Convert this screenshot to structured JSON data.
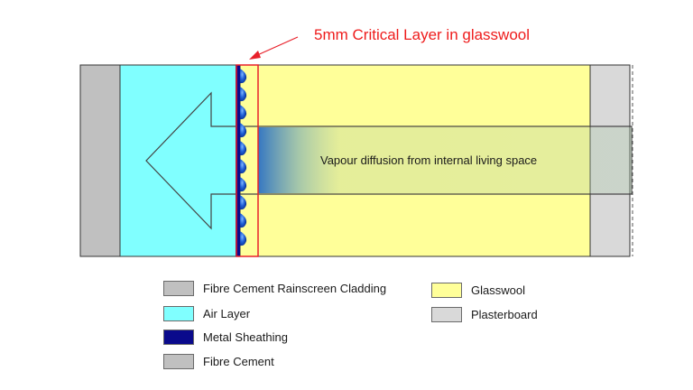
{
  "diagram": {
    "callout": "5mm Critical Layer in glasswool",
    "arrow_label": "Vapour diffusion from internal living space",
    "colors": {
      "fibre_cement_cladding": "#c0c0c0",
      "air_layer": "#80ffff",
      "metal_sheathing": "#0a0a8c",
      "glasswool": "#ffff99",
      "plasterboard": "#d9d9d9",
      "critical_outline": "#e8202a",
      "droplet": "#1e5fd8"
    }
  },
  "legend": [
    {
      "label": "Fibre Cement Rainscreen Cladding",
      "color": "#c0c0c0"
    },
    {
      "label": "Air Layer",
      "color": "#80ffff"
    },
    {
      "label": "Metal Sheathing",
      "color": "#0a0a8c"
    },
    {
      "label": "Fibre Cement",
      "color": "#c0c0c0"
    },
    {
      "label": "Glasswool",
      "color": "#ffff99"
    },
    {
      "label": "Plasterboard",
      "color": "#d9d9d9"
    }
  ]
}
